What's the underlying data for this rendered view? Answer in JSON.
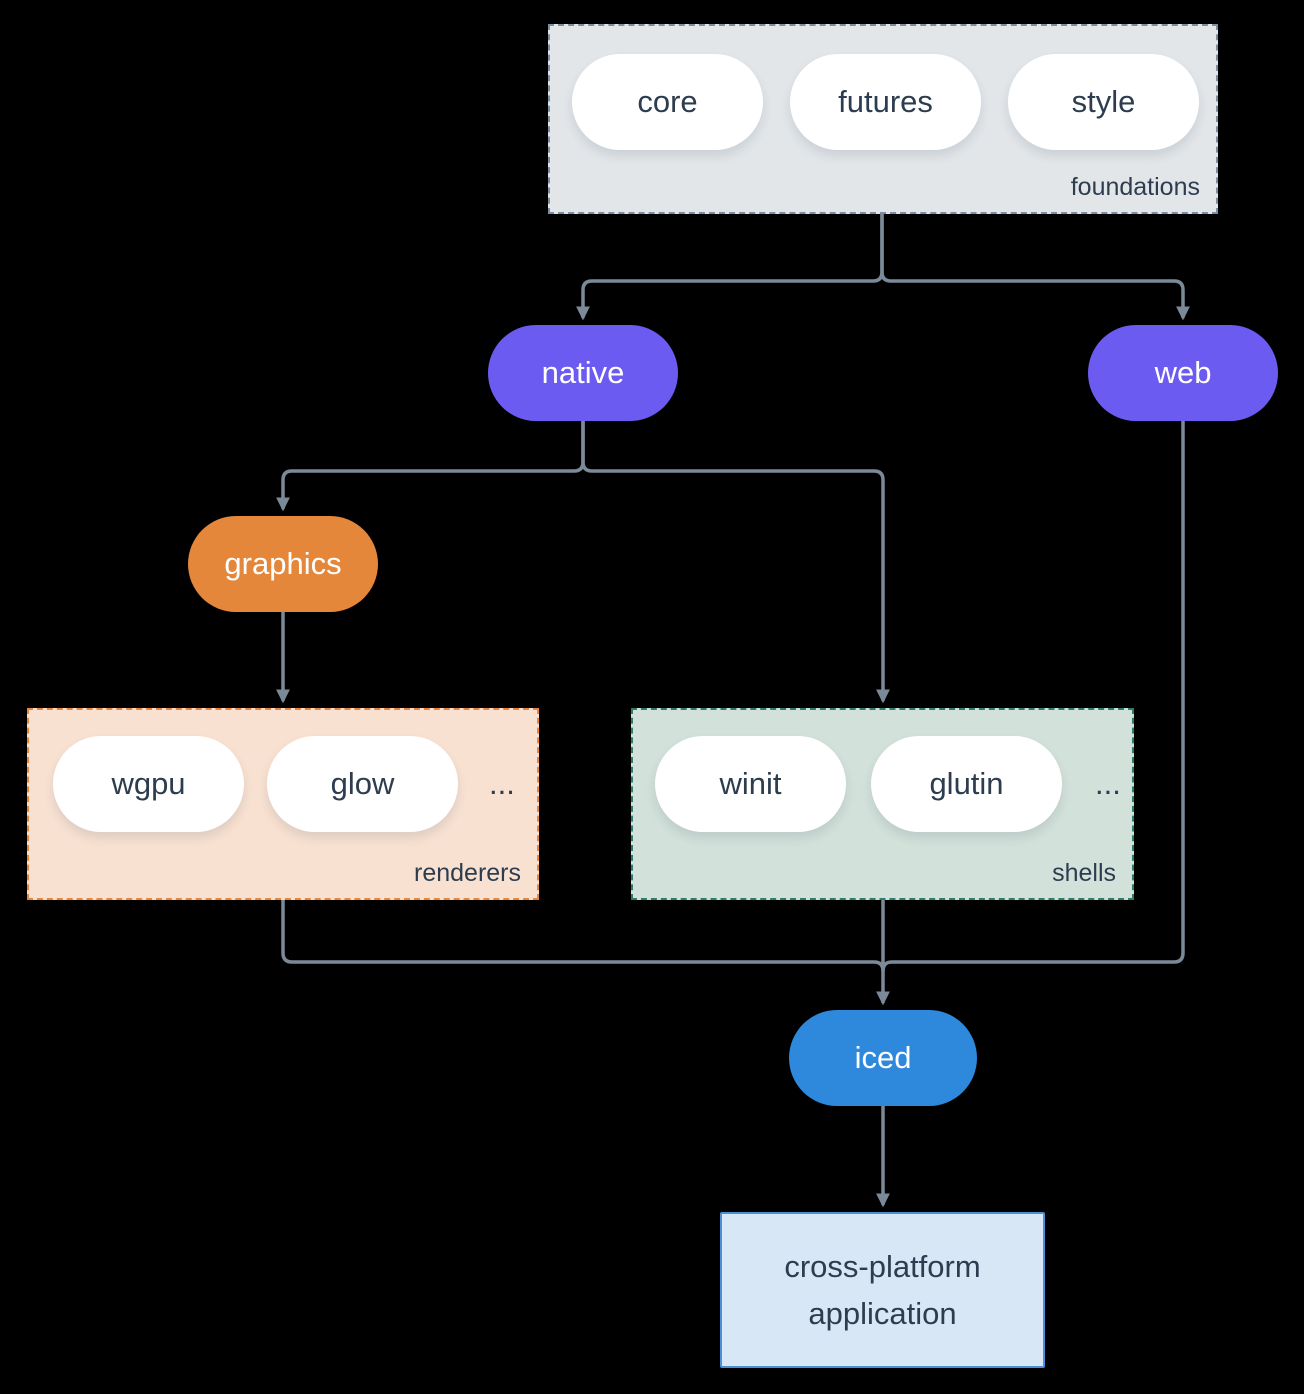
{
  "colors": {
    "background": "#000000",
    "edge": "#7A8A99",
    "text_dark": "#2D3D4F",
    "node_purple": "#6C5BF0",
    "node_orange": "#E5873B",
    "node_blue": "#2E88DB",
    "foundations_fill": "#E2E6E9",
    "foundations_border": "#7D8EA0",
    "renderers_fill": "#F8E1D1",
    "renderers_border": "#E8873C",
    "shells_fill": "#D2E1DA",
    "shells_border": "#2E7C6C",
    "application_fill": "#D8E7F6",
    "application_border": "#4A90D9"
  },
  "groups": {
    "foundations": {
      "label": "foundations",
      "pills": [
        "core",
        "futures",
        "style"
      ]
    },
    "renderers": {
      "label": "renderers",
      "pills": [
        "wgpu",
        "glow"
      ],
      "ellipsis": "..."
    },
    "shells": {
      "label": "shells",
      "pills": [
        "winit",
        "glutin"
      ],
      "ellipsis": "..."
    }
  },
  "nodes": {
    "native": {
      "label": "native"
    },
    "web": {
      "label": "web"
    },
    "graphics": {
      "label": "graphics"
    },
    "iced": {
      "label": "iced"
    },
    "application": {
      "lines": [
        "cross-platform",
        "application"
      ]
    }
  }
}
